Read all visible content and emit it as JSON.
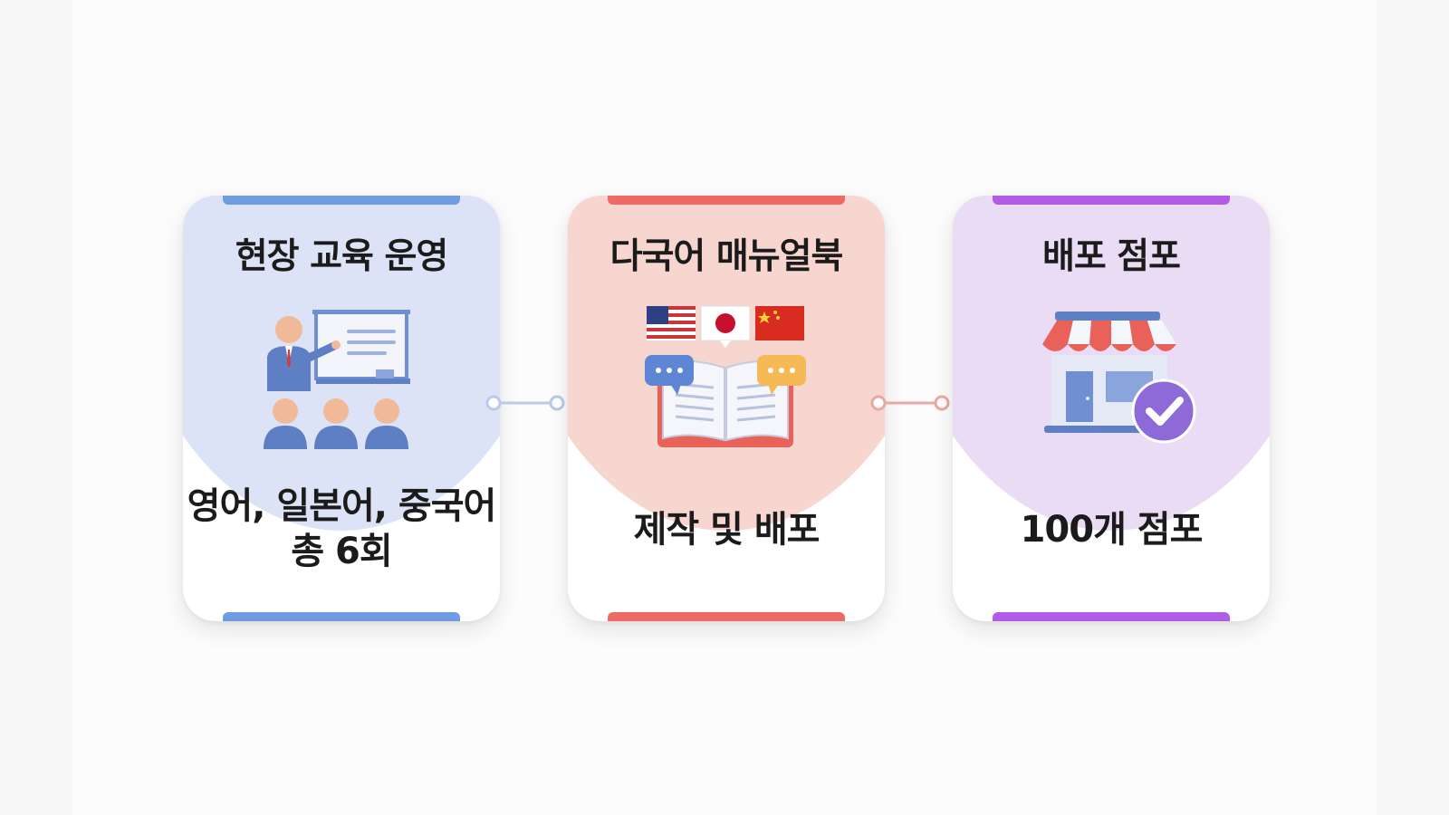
{
  "colors": {
    "card1_accent": "#6f9ce0",
    "card1_tint": "#dde3f6",
    "card2_accent": "#ee6b63",
    "card2_tint": "#f8d6d0",
    "card3_accent": "#b25be6",
    "card3_tint": "#ebdcf5"
  },
  "cards": [
    {
      "title": "현장 교육 운영",
      "icon": "classroom-presentation-icon",
      "body_line1": "영어, 일본어, 중국어",
      "body_line2": "총 6회"
    },
    {
      "title": "다국어 매뉴얼북",
      "icon": "multilingual-manual-book-icon",
      "flags": [
        "us-flag-icon",
        "japan-flag-icon",
        "china-flag-icon"
      ],
      "body_line1": "제작 및 배포"
    },
    {
      "title": "배포 점포",
      "icon": "store-check-icon",
      "body_line1": "100개 점포"
    }
  ]
}
